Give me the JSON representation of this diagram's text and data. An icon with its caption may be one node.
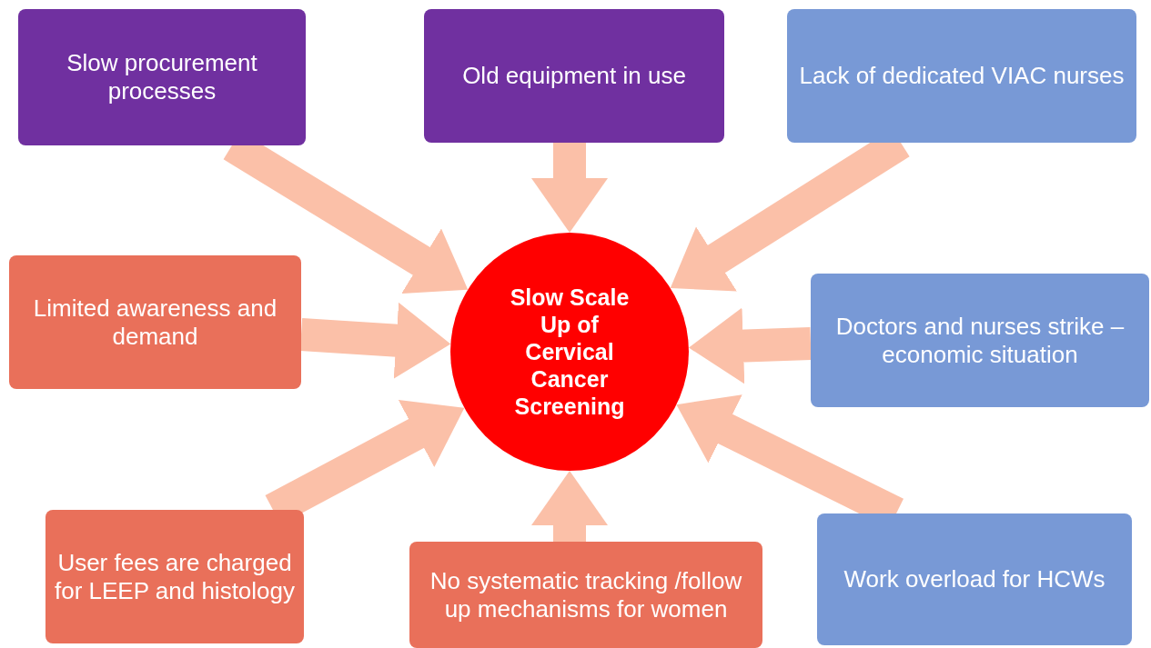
{
  "diagram": {
    "nodes": [
      {
        "text": [
          "Slow procurement processes"
        ]
      },
      {
        "text": [
          "Old equipment in use"
        ]
      },
      {
        "text": [
          "Lack of dedicated VIAC nurses"
        ]
      },
      {
        "text": [
          "Limited awareness and demand"
        ]
      },
      {
        "text": [
          "Slow Scale Up of Cervical Cancer Screening"
        ]
      },
      {
        "text": [
          "Doctors and nurses strike – economic situation"
        ]
      },
      {
        "text": [
          "User fees are charged for LEEP and histology"
        ]
      },
      {
        "text": [
          "No systematic tracking /follow up mechanisms for women"
        ]
      },
      {
        "text": [
          "Work overload for HCWs"
        ]
      }
    ],
    "edges": [
      {
        "from": 0,
        "to": 4,
        "arrow": "to"
      },
      {
        "from": 1,
        "to": 4,
        "arrow": "to"
      },
      {
        "from": 2,
        "to": 4,
        "arrow": "to"
      },
      {
        "from": 3,
        "to": 4,
        "arrow": "to"
      },
      {
        "from": 5,
        "to": 4,
        "arrow": "to"
      },
      {
        "from": 6,
        "to": 4,
        "arrow": "to"
      },
      {
        "from": 7,
        "to": 4,
        "arrow": "to"
      },
      {
        "from": 8,
        "to": 4,
        "arrow": "to"
      }
    ]
  }
}
